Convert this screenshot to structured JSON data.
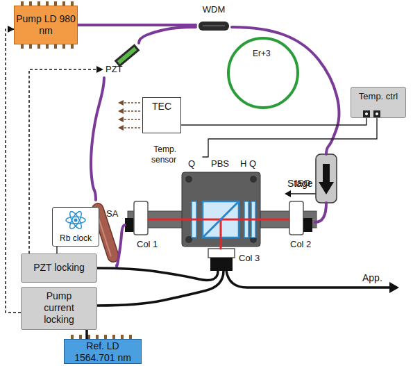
{
  "diagram": {
    "nodes": [
      {
        "text": [
          "Pump LD 980 nm"
        ]
      },
      {
        "text": [
          "WDM"
        ]
      },
      {
        "text": [
          "PZT"
        ]
      },
      {
        "text": [
          "Er+3"
        ]
      },
      {
        "text": [
          "Temp. ctrl"
        ]
      },
      {
        "text": [
          "TEC"
        ]
      },
      {
        "text": [
          "Temp. sensor"
        ]
      },
      {
        "text": [
          "SA"
        ]
      },
      {
        "text": [
          "ISO"
        ]
      },
      {
        "text": [
          "Col 1"
        ]
      },
      {
        "text": [
          "Q",
          "PBS",
          "H Q"
        ]
      },
      {
        "text": [
          "Col 2"
        ]
      },
      {
        "text": [
          "Rb clock"
        ]
      },
      {
        "text": [
          "Col 3"
        ]
      },
      {
        "text": [
          "PZT locking"
        ]
      },
      {
        "text": [
          "Pump current locking"
        ]
      },
      {
        "text": [
          "Ref. LD 1564.701 nm"
        ]
      }
    ],
    "edges": [
      {
        "from": 0,
        "to": 1,
        "arrow": "none"
      },
      {
        "from": 1,
        "to": 2,
        "arrow": "none"
      },
      {
        "from": 2,
        "to": 7,
        "arrow": "none"
      },
      {
        "from": 7,
        "to": 9,
        "arrow": "none"
      },
      {
        "from": 1,
        "to": 8,
        "arrow": "none"
      },
      {
        "from": 8,
        "to": 11,
        "arrow": "none"
      },
      {
        "from": 9,
        "to": 10,
        "arrow": "none"
      },
      {
        "from": 10,
        "to": 11,
        "arrow": "none"
      },
      {
        "from": 10,
        "to": 13,
        "arrow": "none"
      },
      {
        "from": 5,
        "to": 4,
        "arrow": "none"
      },
      {
        "from": 6,
        "to": 4,
        "arrow": "none"
      },
      {
        "from": 12,
        "to": 14,
        "arrow": "none"
      },
      {
        "from": 16,
        "to": 15,
        "arrow": "none"
      },
      {
        "from": 14,
        "to": 2,
        "arrow": "to"
      },
      {
        "from": 15,
        "to": 0,
        "arrow": "to"
      },
      {
        "from": 14,
        "to": 13,
        "arrow": "none"
      },
      {
        "from": 15,
        "to": 13,
        "arrow": "none"
      }
    ],
    "labels": [
      "Stage",
      "App."
    ]
  }
}
